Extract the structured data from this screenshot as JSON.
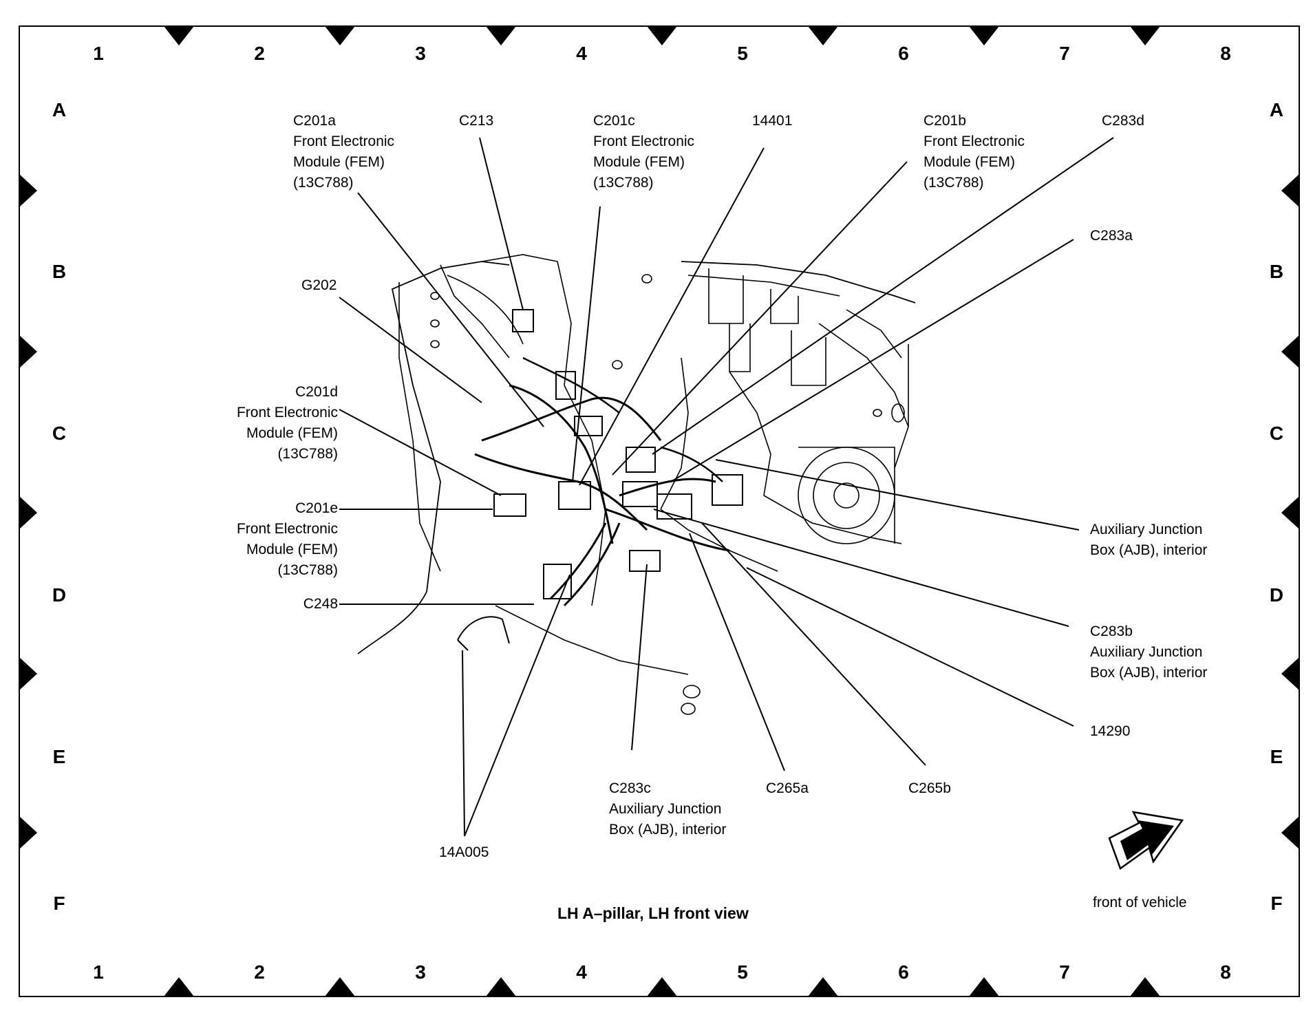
{
  "grid": {
    "columns": [
      "1",
      "2",
      "3",
      "4",
      "5",
      "6",
      "7",
      "8"
    ],
    "rows": [
      "A",
      "B",
      "C",
      "D",
      "E",
      "F"
    ]
  },
  "caption": "LH A–pillar, LH front view",
  "orientation_note": "front of vehicle",
  "callouts": {
    "c201a": [
      "C201a",
      "Front Electronic",
      "Module (FEM)",
      "(13C788)"
    ],
    "c213": [
      "C213"
    ],
    "c201c": [
      "C201c",
      "Front Electronic",
      "Module (FEM)",
      "(13C788)"
    ],
    "p14401": [
      "14401"
    ],
    "c201b": [
      "C201b",
      "Front Electronic",
      "Module (FEM)",
      "(13C788)"
    ],
    "c283d": [
      "C283d"
    ],
    "c283a": [
      "C283a"
    ],
    "g202": [
      "G202"
    ],
    "c201d": [
      "C201d",
      "Front Electronic",
      "Module (FEM)",
      "(13C788)"
    ],
    "c201e": [
      "C201e",
      "Front Electronic",
      "Module (FEM)",
      "(13C788)"
    ],
    "c248": [
      "C248"
    ],
    "ajb_interior": [
      "Auxiliary Junction",
      "Box (AJB), interior"
    ],
    "c283b": [
      "C283b",
      "Auxiliary Junction",
      "Box (AJB), interior"
    ],
    "p14290": [
      "14290"
    ],
    "c283c": [
      "C283c",
      "Auxiliary Junction",
      "Box (AJB), interior"
    ],
    "c265a": [
      "C265a"
    ],
    "c265b": [
      "C265b"
    ],
    "p14a005": [
      "14A005"
    ]
  }
}
